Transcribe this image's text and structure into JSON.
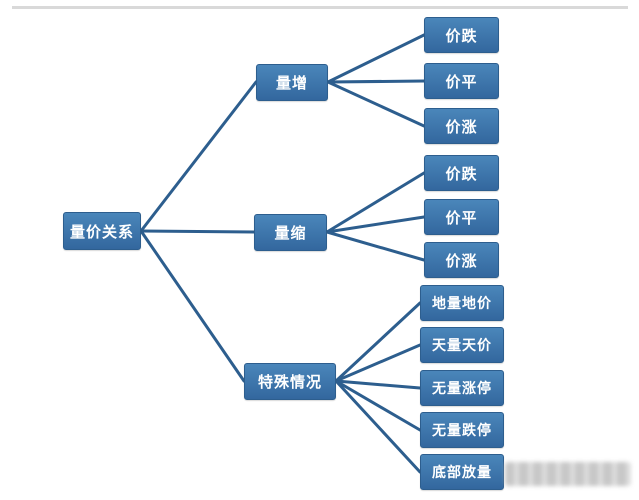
{
  "colors": {
    "node_fill_top": "#4a86ba",
    "node_fill_bottom": "#33679e",
    "line": "#2d5e8e",
    "node_text": "#ffffff",
    "divider": "#d9d9d9"
  },
  "diagram": {
    "root": {
      "label": "量价关系"
    },
    "branches": [
      {
        "label": "量增",
        "children": [
          "价跌",
          "价平",
          "价涨"
        ]
      },
      {
        "label": "量缩",
        "children": [
          "价跌",
          "价平",
          "价涨"
        ]
      },
      {
        "label": "特殊情况",
        "children": [
          "地量地价",
          "天量天价",
          "无量涨停",
          "无量跌停",
          "底部放量"
        ]
      }
    ]
  }
}
